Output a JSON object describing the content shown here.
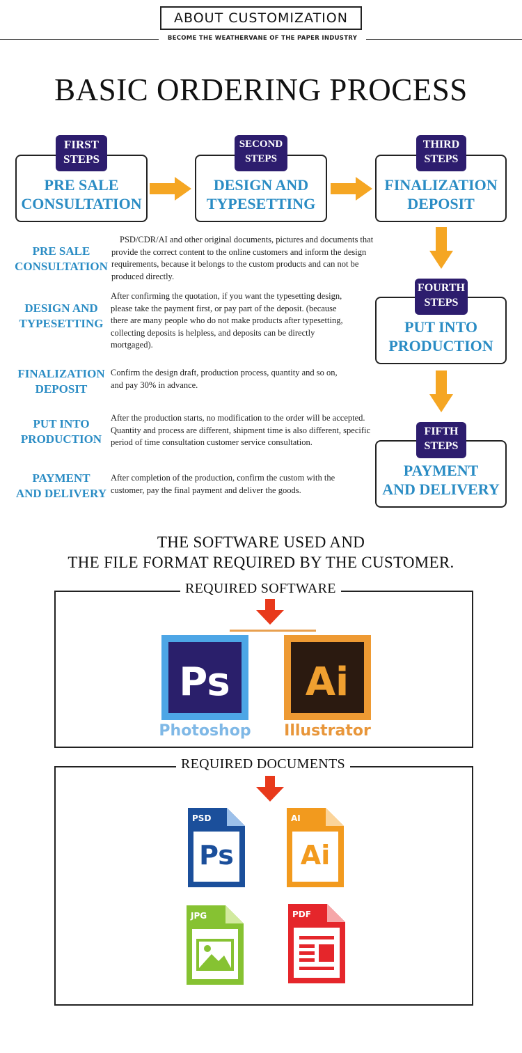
{
  "header": {
    "title": "ABOUT CUSTOMIZATION",
    "subtitle": "BECOME THE WEATHERVANE OF THE PAPER INDUSTRY"
  },
  "process": {
    "title": "BASIC ORDERING PROCESS",
    "steps": [
      {
        "badge1": "FIRST",
        "badge2": "STEPS",
        "line1": "PRE SALE",
        "line2": "CONSULTATION"
      },
      {
        "badge1": "SECOND",
        "badge2": "STEPS",
        "line1": "DESIGN AND",
        "line2": "TYPESETTING"
      },
      {
        "badge1": "THIRD",
        "badge2": "STEPS",
        "line1": "FINALIZATION",
        "line2": "DEPOSIT"
      },
      {
        "badge1": "FOURTH",
        "badge2": "STEPS",
        "line1": "PUT INTO",
        "line2": "PRODUCTION"
      },
      {
        "badge1": "FIFTH",
        "badge2": "STEPS",
        "line1": "PAYMENT",
        "line2": "AND DELIVERY"
      }
    ],
    "rows": [
      {
        "label1": "PRE SALE",
        "label2": "CONSULTATION",
        "lines": [
          "PSD/CDR/AI and other original documents, pictures and documents that",
          "provide the correct content to the online customers and inform the design",
          "requirements, because it belongs to the custom products and can not be",
          "produced directly."
        ]
      },
      {
        "label1": "DESIGN AND",
        "label2": "TYPESETTING",
        "lines": [
          "After confirming the quotation, if you want the typesetting design,",
          "please take the payment first, or pay part of the deposit. (because",
          "there are many people who do not make products after typesetting,",
          "collecting deposits is helpless, and deposits can be directly",
          "mortgaged)."
        ]
      },
      {
        "label1": "FINALIZATION",
        "label2": "DEPOSIT",
        "lines": [
          "Confirm the design draft, production process, quantity and so on,",
          "and pay 30% in advance."
        ]
      },
      {
        "label1": "PUT INTO",
        "label2": "PRODUCTION",
        "lines": [
          "After the production starts, no modification to the order will be accepted.",
          "Quantity and process are different, shipment time is also different, specific",
          "period of time consultation customer service consultation."
        ]
      },
      {
        "label1": "PAYMENT",
        "label2": "AND DELIVERY",
        "lines": [
          "After completion of the production, confirm the custom with the",
          "customer, pay the final payment and deliver the goods."
        ]
      }
    ]
  },
  "software": {
    "title1": "THE SOFTWARE USED AND",
    "title2": "THE FILE FORMAT REQUIRED BY THE CUSTOMER.",
    "required_software_label": "REQUIRED SOFTWARE",
    "apps": [
      {
        "glyph": "Ps",
        "name": "Photoshop",
        "color": "#4da6e6",
        "bg": "#2a1f6b",
        "fg": "#ffffff"
      },
      {
        "glyph": "Ai",
        "name": "Illustrator",
        "color": "#ee9a33",
        "bg": "#2b1a10",
        "fg": "#f0a030"
      }
    ],
    "required_documents_label": "REQUIRED DOCUMENTS",
    "docs": [
      {
        "tag": "PSD",
        "glyph": "Ps",
        "color": "#1b4f9b"
      },
      {
        "tag": "AI",
        "glyph": "Ai",
        "color": "#f29a1e"
      },
      {
        "tag": "JPG",
        "glyph": "",
        "color": "#86c232"
      },
      {
        "tag": "PDF",
        "glyph": "",
        "color": "#e5262b"
      }
    ]
  },
  "colors": {
    "accent_blue": "#2a8cc4",
    "badge_purple": "#2d1d6e",
    "arrow_orange": "#f5a623",
    "arrow_red": "#e8391b"
  }
}
